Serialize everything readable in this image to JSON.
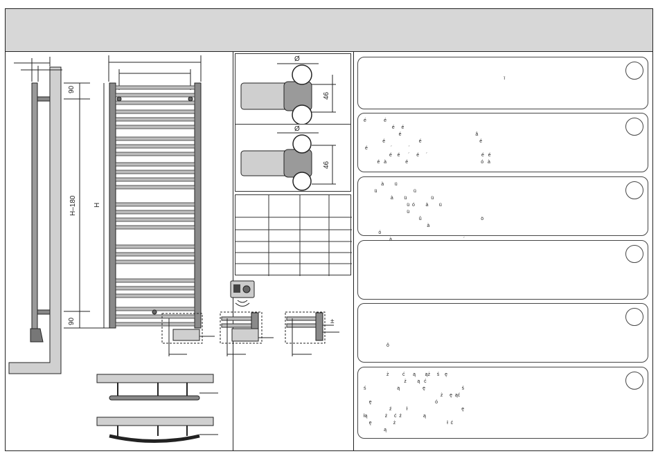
{
  "dimensions": {
    "top_gap": "90",
    "bottom_gap": "90",
    "body_height": "H–180",
    "total_height": "H",
    "diameter_top": "Ø",
    "diameter_bottom": "Ø",
    "depth_top": "46",
    "depth_bottom": "46",
    "tolerance": "±"
  },
  "language_blocks": [
    {
      "id": "block-1",
      "text": "\n\n                                                                                                        ï"
    },
    {
      "id": "block-2",
      "text": "é             é\n                     é     é\n                          é                                                       â\n              é                         é                                           é\n é                 ´            ´\n                   é    é      ´     é     ´                                        é   é\n          é   à              é                                                      ó   à"
    },
    {
      "id": "block-3",
      "text": "             à        ü\n        ü                           ü\n                    à        ü                  ü\n                                ü  ó        à        ü\n                                ü\n                                         û                                            ö\n                                               à\n           ó\n                   à                                                     ´"
    },
    {
      "id": "block-4",
      "text": ""
    },
    {
      "id": "block-5",
      "text": "\n\n\n\n\n                 ô"
    },
    {
      "id": "block-6",
      "text": "                 ż          ć      ą       ąż     ś    ę\n                              ż        ą   ć\nś                       ą                 ę                           ś\n                                                         ż     ę  ąć\n    ę                                               ó\n                   ź           ł                                        ę\nłą             ż     ć  ź                ą\n    ę                ż                                      ł  ć\n               ą"
    }
  ]
}
